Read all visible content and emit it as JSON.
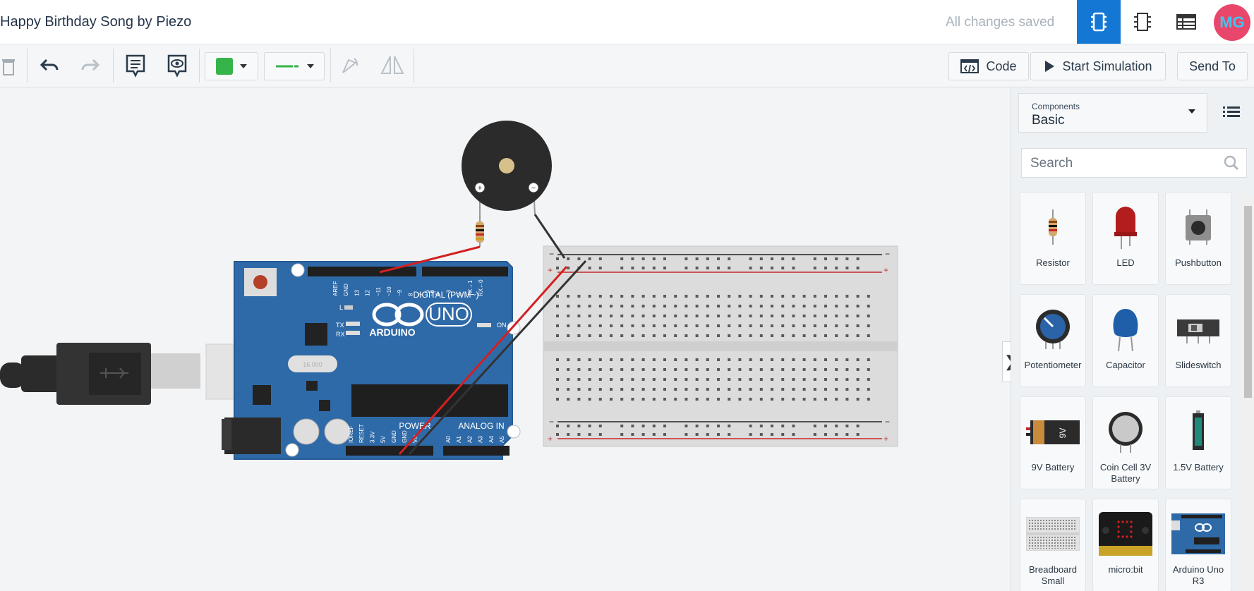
{
  "header": {
    "title": "Happy Birthday Song by Piezo",
    "status": "All changes saved",
    "avatar_text": "MG",
    "view_buttons": [
      "circuit-view",
      "schematic-view",
      "component-list-view"
    ]
  },
  "toolbar": {
    "color": "#35b44a",
    "wire_color": "#35b44a",
    "code_label": "Code",
    "start_label": "Start Simulation",
    "send_label": "Send To"
  },
  "panel": {
    "components_label": "Components",
    "components_value": "Basic",
    "search_placeholder": "Search",
    "items": [
      {
        "label": "Resistor",
        "icon": "resistor-icon"
      },
      {
        "label": "LED",
        "icon": "led-icon"
      },
      {
        "label": "Pushbutton",
        "icon": "pushbutton-icon"
      },
      {
        "label": "Potentiometer",
        "icon": "potentiometer-icon"
      },
      {
        "label": "Capacitor",
        "icon": "capacitor-icon"
      },
      {
        "label": "Slideswitch",
        "icon": "slideswitch-icon"
      },
      {
        "label": "9V Battery",
        "icon": "battery-9v-icon"
      },
      {
        "label": "Coin Cell 3V Battery",
        "icon": "coin-cell-icon"
      },
      {
        "label": "1.5V Battery",
        "icon": "battery-aa-icon"
      },
      {
        "label": "Breadboard Small",
        "icon": "breadboard-icon"
      },
      {
        "label": "micro:bit",
        "icon": "microbit-icon"
      },
      {
        "label": "Arduino Uno R3",
        "icon": "arduino-icon"
      }
    ]
  },
  "canvas": {
    "arduino_brand": "ARDUINO",
    "arduino_model": "UNO",
    "digital_label": "DIGITAL (PWM~)",
    "power_label": "POWER",
    "analog_label": "ANALOG IN",
    "on_label": "ON",
    "tx_label": "TX",
    "rx_label": "RX",
    "l_label": "L",
    "crystal_label": "16.000",
    "digital_pins": [
      "AREF",
      "GND",
      "13",
      "12",
      "~11",
      "~10",
      "~9",
      "8",
      "7",
      "~6",
      "~5",
      "4",
      "~3",
      "2",
      "TX→1",
      "RX←0"
    ],
    "power_pins": [
      "IOREF",
      "RESET",
      "3.3V",
      "5V",
      "GND",
      "GND",
      "Vin"
    ],
    "analog_pins": [
      "A0",
      "A1",
      "A2",
      "A3",
      "A4",
      "A5"
    ],
    "piezo_plus": "+",
    "piezo_minus": "−"
  }
}
